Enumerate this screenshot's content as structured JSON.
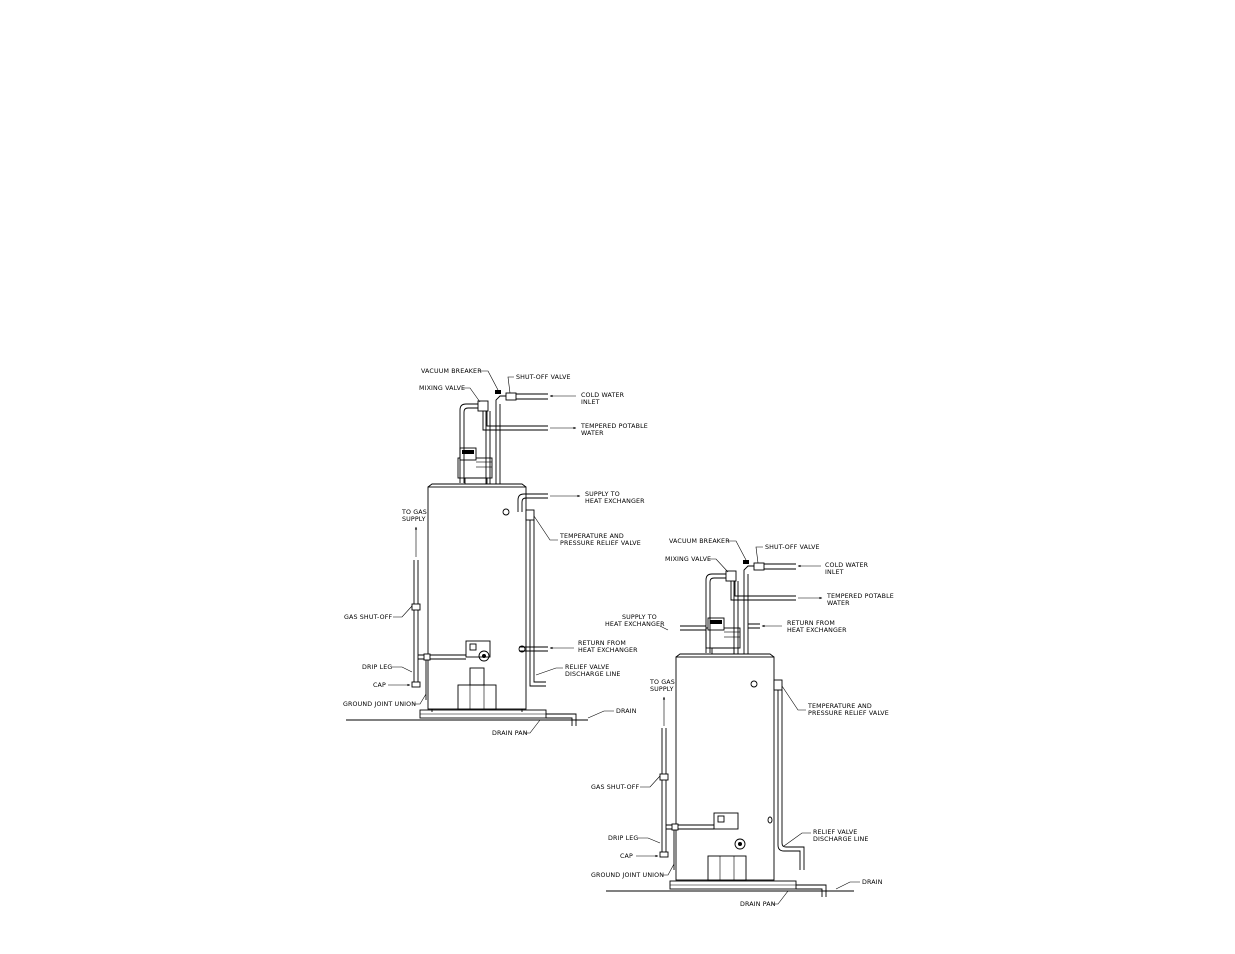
{
  "diagrams": [
    {
      "labels": {
        "vacuum_breaker": "VACUUM BREAKER",
        "shut_off_valve": "SHUT-OFF VALVE",
        "mixing_valve": "MIXING VALVE",
        "cold_water_inlet_1": "COLD WATER",
        "cold_water_inlet_2": "INLET",
        "tempered_potable_1": "TEMPERED POTABLE",
        "tempered_potable_2": "WATER",
        "supply_to_hx_1": "SUPPLY TO",
        "supply_to_hx_2": "HEAT EXCHANGER",
        "tp_relief_1": "TEMPERATURE AND",
        "tp_relief_2": "PRESSURE RELIEF VALVE",
        "to_gas_supply_1": "TO GAS",
        "to_gas_supply_2": "SUPPLY",
        "gas_shut_off": "GAS SHUT-OFF",
        "return_from_hx_1": "RETURN FROM",
        "return_from_hx_2": "HEAT EXCHANGER",
        "relief_discharge_1": "RELIEF VALVE",
        "relief_discharge_2": "DISCHARGE LINE",
        "drip_leg": "DRIP LEG",
        "cap": "CAP",
        "ground_joint_union": "GROUND JOINT UNION",
        "drain": "DRAIN",
        "drain_pan": "DRAIN PAN"
      }
    },
    {
      "labels": {
        "vacuum_breaker": "VACUUM BREAKER",
        "shut_off_valve": "SHUT-OFF VALVE",
        "mixing_valve": "MIXING VALVE",
        "cold_water_inlet_1": "COLD WATER",
        "cold_water_inlet_2": "INLET",
        "tempered_potable_1": "TEMPERED POTABLE",
        "tempered_potable_2": "WATER",
        "supply_to_hx_1": "SUPPLY TO",
        "supply_to_hx_2": "HEAT EXCHANGER",
        "return_from_hx_1": "RETURN FROM",
        "return_from_hx_2": "HEAT EXCHANGER",
        "to_gas_supply_1": "TO GAS",
        "to_gas_supply_2": "SUPPLY",
        "tp_relief_1": "TEMPERATURE AND",
        "tp_relief_2": "PRESSURE RELIEF VALVE",
        "gas_shut_off": "GAS SHUT-OFF",
        "relief_discharge_1": "RELIEF VALVE",
        "relief_discharge_2": "DISCHARGE LINE",
        "drip_leg": "DRIP LEG",
        "cap": "CAP",
        "ground_joint_union": "GROUND JOINT UNION",
        "drain": "DRAIN",
        "drain_pan": "DRAIN PAN"
      }
    }
  ]
}
